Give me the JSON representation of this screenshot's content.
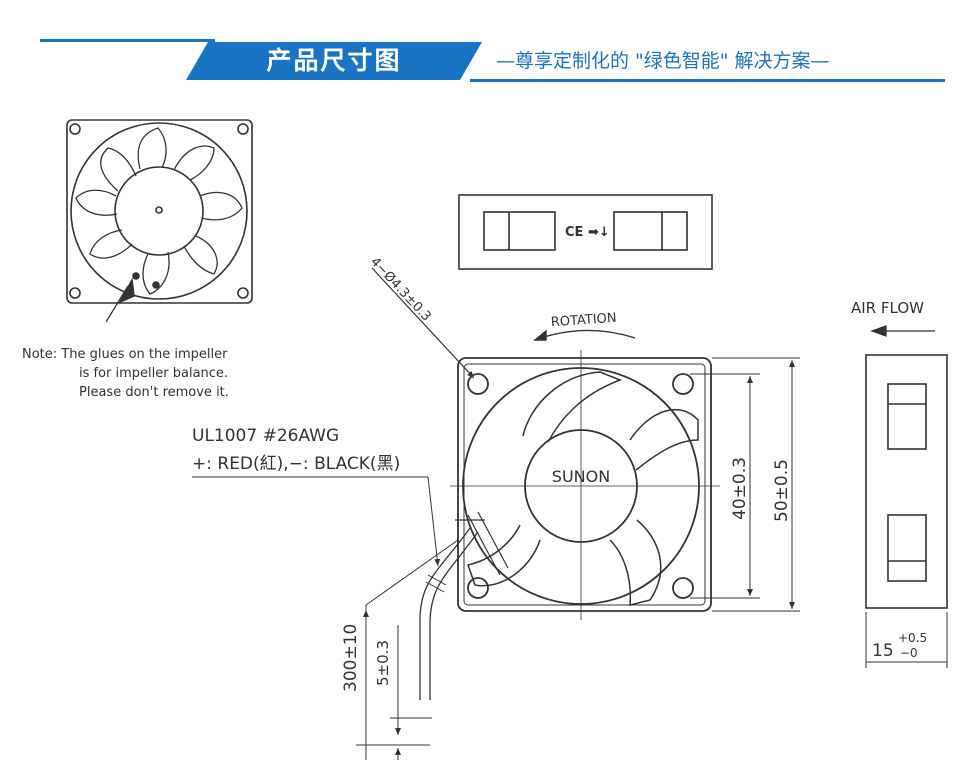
{
  "header": {
    "title": "产品尺寸图",
    "slogan": "—尊享定制化的 \"绿色智能\" 解决方案—",
    "accent_color": "#1a74c4"
  },
  "note": {
    "line1": "Note:  The glues on the impeller",
    "line2": "is for impeller balance.",
    "line3": "Please don't remove it."
  },
  "label": {
    "symbols": "CE ➡↓"
  },
  "fan": {
    "brand": "SUNON",
    "rotation": "ROTATION",
    "hole_spec": "4−Ø4.3±0.3"
  },
  "wire": {
    "spec_line1": "UL1007  #26AWG",
    "spec_line2": "+: RED(紅),−: BLACK(黑)"
  },
  "dimensions": {
    "hole_spacing": "40±0.3",
    "frame_size": "50±0.5",
    "lead_length": "300±10",
    "strip_length": "5±0.3",
    "thickness_base": "15",
    "thickness_upper": "+0.5",
    "thickness_lower": "−0"
  },
  "airflow": {
    "label": "AIR  FLOW"
  }
}
